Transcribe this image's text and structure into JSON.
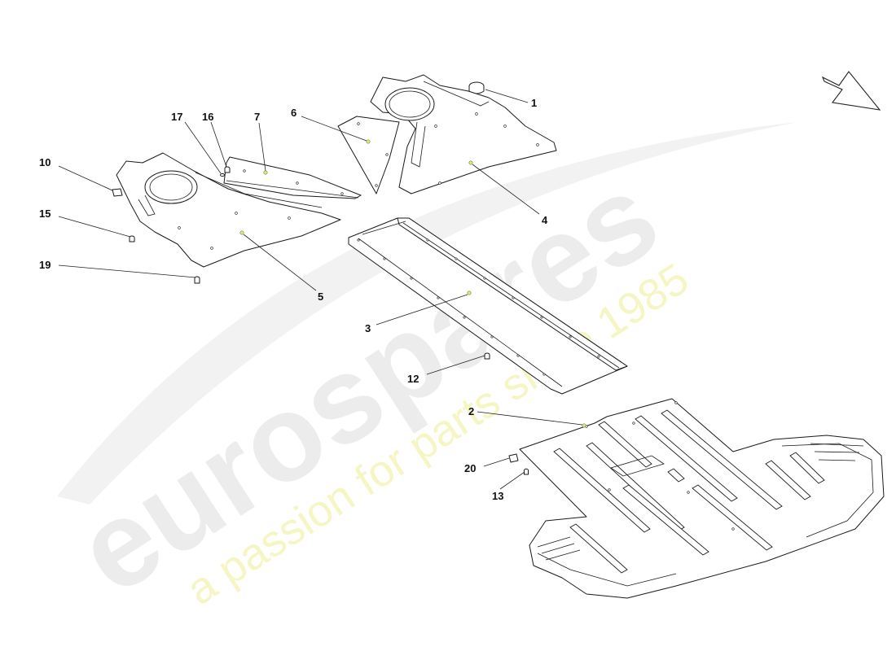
{
  "watermark": {
    "brand": "eurospares",
    "tagline": "a passion for parts since 1985",
    "brand_color": "#e6e6e6",
    "tagline_color": "#f3f4b8"
  },
  "colors": {
    "line": "#1a1a1a",
    "reference_dot": "#e2e86a"
  },
  "callouts": [
    {
      "id": "1",
      "label": "1"
    },
    {
      "id": "2",
      "label": "2"
    },
    {
      "id": "3",
      "label": "3"
    },
    {
      "id": "4",
      "label": "4"
    },
    {
      "id": "5",
      "label": "5"
    },
    {
      "id": "6",
      "label": "6"
    },
    {
      "id": "7",
      "label": "7"
    },
    {
      "id": "10",
      "label": "10"
    },
    {
      "id": "12",
      "label": "12"
    },
    {
      "id": "13",
      "label": "13"
    },
    {
      "id": "15",
      "label": "15"
    },
    {
      "id": "16",
      "label": "16"
    },
    {
      "id": "17",
      "label": "17"
    },
    {
      "id": "19",
      "label": "19"
    },
    {
      "id": "20",
      "label": "20"
    }
  ]
}
